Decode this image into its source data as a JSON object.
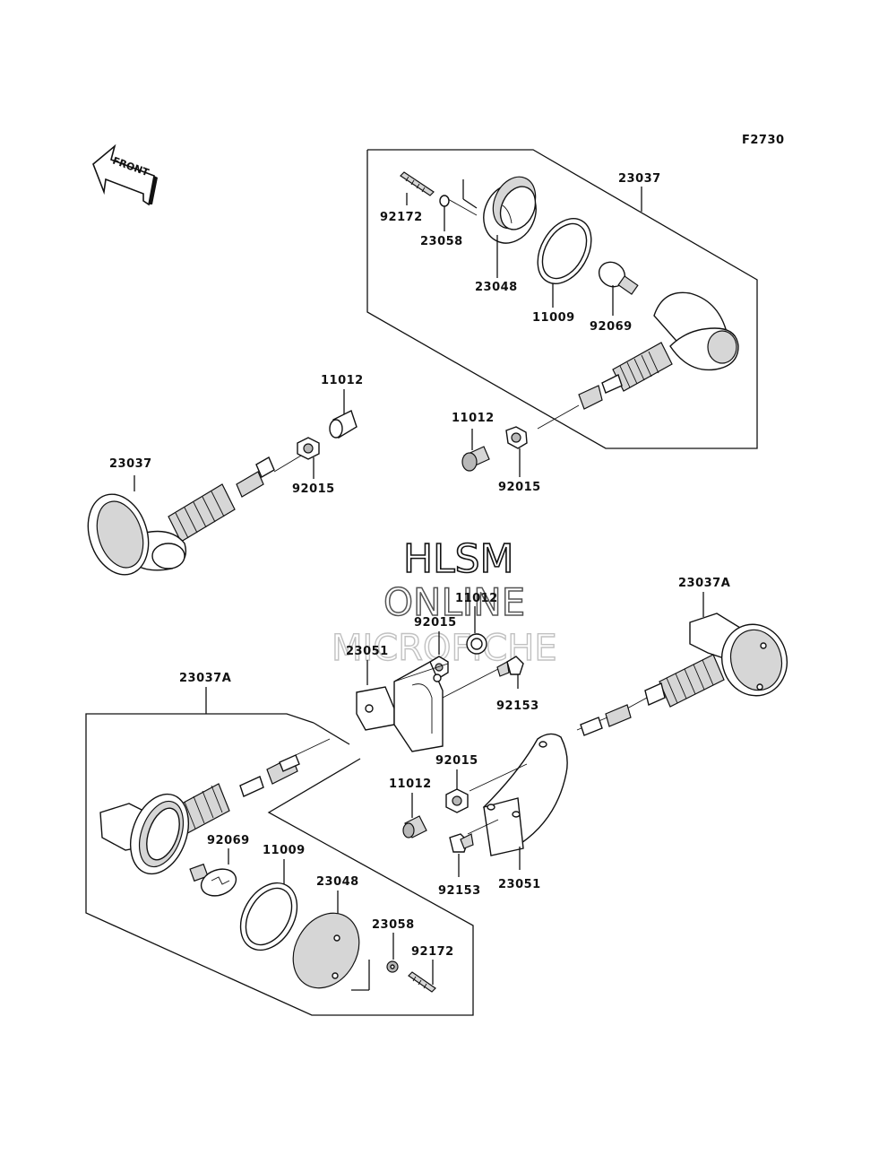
{
  "figure_code": "F2730",
  "front_label": "FRONT",
  "watermark": {
    "line1": "HLSM",
    "line2": "ONLINE",
    "line3": "MICROFICHE"
  },
  "labels": {
    "top_box_23037": "23037",
    "top_92172": "92172",
    "top_23058": "23058",
    "top_23048": "23048",
    "top_11009": "11009",
    "top_92069": "92069",
    "top_11012_right": "11012",
    "top_92015_right": "92015",
    "left_11012": "11012",
    "left_92015": "92015",
    "left_23037": "23037",
    "mid_11012": "11012",
    "mid_92015": "92015",
    "mid_23051": "23051",
    "mid_92153": "92153",
    "right_23037A": "23037A",
    "bottom_box_23037A": "23037A",
    "low_92015": "92015",
    "low_11012": "11012",
    "low_92153": "92153",
    "low_23051": "23051",
    "bot_92069": "92069",
    "bot_11009": "11009",
    "bot_23048": "23048",
    "bot_23058": "23058",
    "bot_92172": "92172"
  }
}
